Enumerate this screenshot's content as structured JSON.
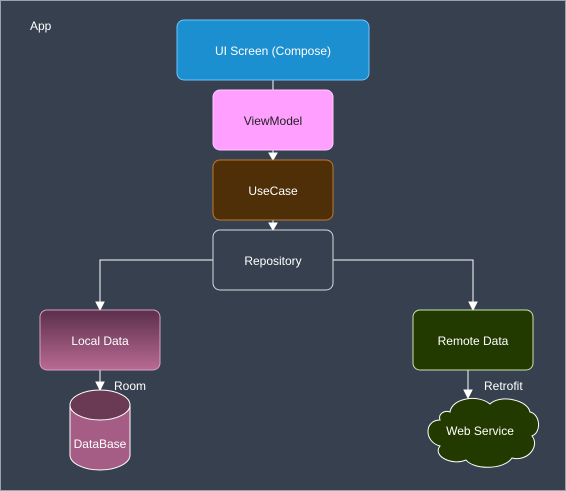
{
  "diagram": {
    "container_label": "App",
    "colors": {
      "background": "#36404f",
      "border": "#9aa3ad",
      "line": "#ffffff"
    },
    "nodes": {
      "ui_screen": {
        "label": "UI Screen (Compose)",
        "fill": "#1b8fcf",
        "stroke": "#6ec6ff",
        "text_color": "#ffffff"
      },
      "viewmodel": {
        "label": "ViewModel",
        "fill": "#ff9fff",
        "stroke": "#ffc7ff",
        "text_color": "#222222"
      },
      "usecase": {
        "label": "UseCase",
        "fill": "#4f2f08",
        "stroke": "#c07a2a",
        "text_color": "#ffffff"
      },
      "repository": {
        "label": "Repository",
        "fill": "#36404f",
        "stroke": "#d7dbe0",
        "text_color": "#ffffff"
      },
      "local_data": {
        "label": "Local Data",
        "fill_top": "#5b2f4c",
        "fill_bottom": "#b96a93",
        "stroke": "#d7a0c0",
        "text_color": "#ffffff"
      },
      "remote_data": {
        "label": "Remote Data",
        "fill": "#223a00",
        "stroke": "#cfe3b0",
        "text_color": "#ffffff"
      },
      "database": {
        "label": "DataBase",
        "fill": "#a55c85",
        "top_fill": "#6a3a55",
        "stroke": "#ffffff",
        "text_color": "#ffffff"
      },
      "web_service": {
        "label": "Web Service",
        "fill": "#223a00",
        "stroke": "#ffffff",
        "text_color": "#ffffff"
      }
    },
    "edge_labels": {
      "room": "Room",
      "retrofit": "Retrofit"
    }
  }
}
